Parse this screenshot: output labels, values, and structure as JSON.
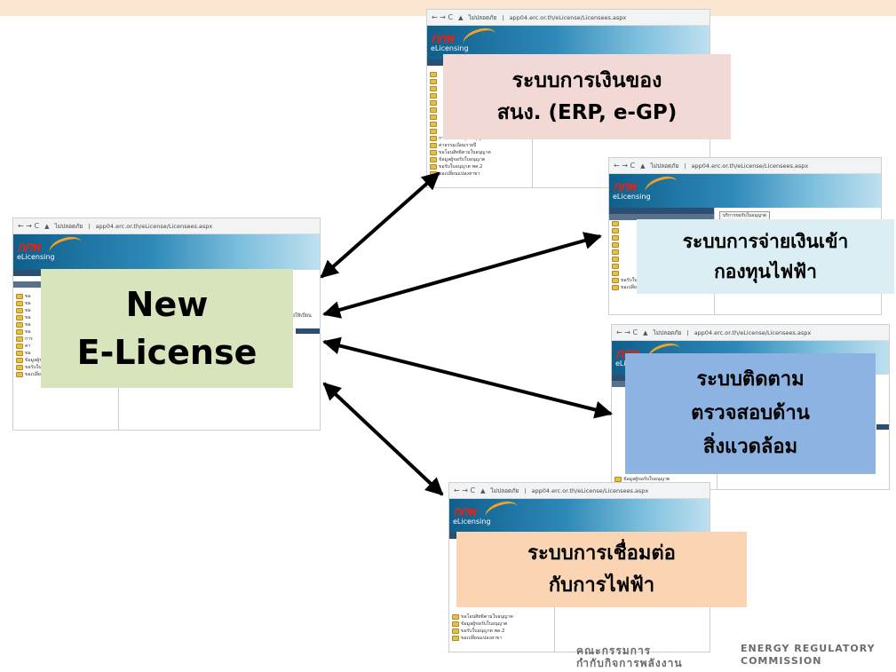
{
  "browser": {
    "not_secure": "ไม่ปลอดภัย",
    "url_full": "app04.erc.or.th/eLicense/Licensees.aspx",
    "url_short": "app04.erc.or.th/eLicense/Licensees.aspx"
  },
  "brand": {
    "logo_text": "กกพ",
    "app_name": "eLicensing"
  },
  "sidebar": {
    "items": [
      "ข้อมูลผู้ขอรับใบอนุญาต",
      "ขอรับใบอนุญาต พค.2",
      "ขอเปลี่ยนแปลงสาขา",
      "การขอต่ออายุใบอนุญาต",
      "ค่าธรรมเนียมรายปี",
      "ขอโอนสิทธิตามใบอนุญาต"
    ]
  },
  "hub": {
    "label": "New\nE-License"
  },
  "nodes": {
    "erp": "ระบบการเงินของ\nสนง. (ERP, e-GP)",
    "fund": "ระบบการจ่ายเงินเข้า\nกองทุนไฟฟ้า",
    "env": "ระบบติดตาม\nตรวจสอบด้าน\nสิ่งแวดล้อม",
    "utility": "ระบบการเชื่อมต่อ\nกับการไฟฟ้า"
  },
  "mini_ui": {
    "button": "บริการขอรับใบอนุญาต",
    "fragment": "ขอให้เปี่ยน"
  },
  "footer": {
    "thai_line1": "คณะกรรมการ",
    "thai_line2": "กำกับกิจการพลังงาน",
    "en_line1": "ENERGY REGULATORY",
    "en_line2": "COMMISSION"
  },
  "colors": {
    "hub": "#d7e4bc",
    "erp": "#f3d9d6",
    "fund": "#daeef3",
    "env": "#8db3e2",
    "utility": "#fbd4b4",
    "band": "#fbe6d2"
  }
}
